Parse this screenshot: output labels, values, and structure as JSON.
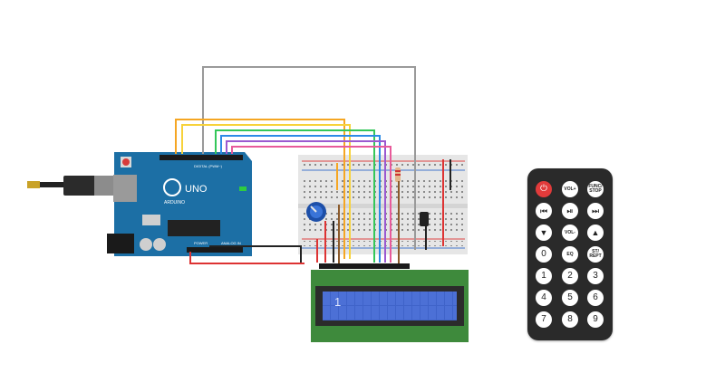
{
  "arduino": {
    "brand": "UNO",
    "logo_text": "ARDUINO",
    "digital_label": "DIGITAL (PWM~)",
    "power_label": "POWER",
    "analog_label": "ANALOG IN"
  },
  "lcd": {
    "display_text": "1"
  },
  "remote": {
    "buttons": [
      {
        "label": "⏻"
      },
      {
        "label": "VOL+"
      },
      {
        "label": "FUNC/ STOP"
      },
      {
        "label": "⏮"
      },
      {
        "label": "⏯"
      },
      {
        "label": "⏭"
      },
      {
        "label": "▼"
      },
      {
        "label": "VOL-"
      },
      {
        "label": "▲"
      },
      {
        "label": "0"
      },
      {
        "label": "EQ"
      },
      {
        "label": "ST/ REPT"
      },
      {
        "label": "1"
      },
      {
        "label": "2"
      },
      {
        "label": "3"
      },
      {
        "label": "4"
      },
      {
        "label": "5"
      },
      {
        "label": "6"
      },
      {
        "label": "7"
      },
      {
        "label": "8"
      },
      {
        "label": "9"
      }
    ]
  },
  "colors": {
    "arduino_board": "#1c6fa5",
    "breadboard": "#e6e6e6",
    "lcd_body": "#3e8a3c",
    "lcd_screen": "#3f63c9",
    "remote_body": "#2a2a2a",
    "power_button": "#e23b3b"
  }
}
